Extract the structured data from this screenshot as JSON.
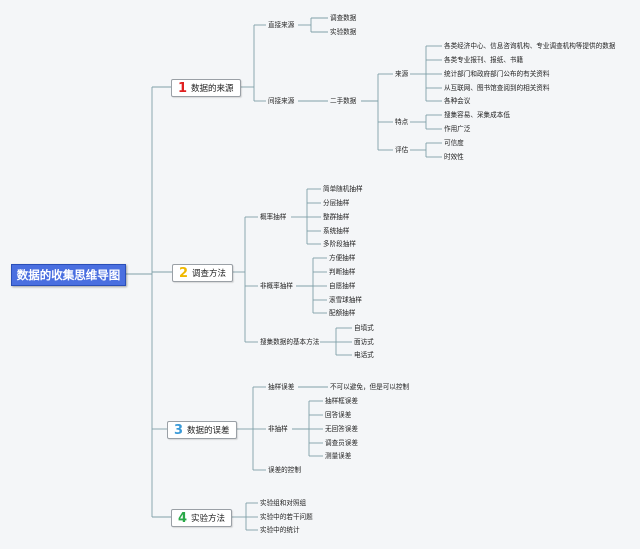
{
  "root": "数据的收集思维导图",
  "colors": {
    "root_bg": "#4a6fe0",
    "num1": "#e02020",
    "num2": "#f0b800",
    "num3": "#3a9ad8",
    "num4": "#2aa848",
    "connector": "#7fa0a8"
  },
  "branches": [
    {
      "num": "1",
      "label": "数据的来源",
      "children": [
        {
          "label": "直接来源",
          "children": [
            {
              "label": "调查数据"
            },
            {
              "label": "实验数据"
            }
          ]
        },
        {
          "label": "间接来源",
          "children": [
            {
              "label": "二手数据",
              "children": [
                {
                  "label": "来源",
                  "children": [
                    {
                      "label": "各类经济中心、信息咨询机构、专业调查机构等提供的数据"
                    },
                    {
                      "label": "各类专业报刊、报纸、书籍"
                    },
                    {
                      "label": "统计部门和政府部门公布的有关资料"
                    },
                    {
                      "label": "从互联网、图书馆查阅到的相关资料"
                    },
                    {
                      "label": "各种会议"
                    }
                  ]
                },
                {
                  "label": "特点",
                  "children": [
                    {
                      "label": "搜集容易、采集成本低"
                    },
                    {
                      "label": "作用广泛"
                    }
                  ]
                },
                {
                  "label": "评估",
                  "children": [
                    {
                      "label": "可信度"
                    },
                    {
                      "label": "时效性"
                    }
                  ]
                }
              ]
            }
          ]
        }
      ]
    },
    {
      "num": "2",
      "label": "调查方法",
      "children": [
        {
          "label": "概率抽样",
          "children": [
            {
              "label": "简单随机抽样"
            },
            {
              "label": "分层抽样"
            },
            {
              "label": "整群抽样"
            },
            {
              "label": "系统抽样"
            },
            {
              "label": "多阶段抽样"
            }
          ]
        },
        {
          "label": "非概率抽样",
          "children": [
            {
              "label": "方便抽样"
            },
            {
              "label": "判断抽样"
            },
            {
              "label": "自愿抽样"
            },
            {
              "label": "滚雪球抽样"
            },
            {
              "label": "配额抽样"
            }
          ]
        },
        {
          "label": "搜集数据的基本方法",
          "children": [
            {
              "label": "自填式"
            },
            {
              "label": "面访式"
            },
            {
              "label": "电话式"
            }
          ]
        }
      ]
    },
    {
      "num": "3",
      "label": "数据的误差",
      "children": [
        {
          "label": "抽样误差",
          "children": [
            {
              "label": "不可以避免，但是可以控制"
            }
          ]
        },
        {
          "label": "非抽样",
          "children": [
            {
              "label": "抽样框误差"
            },
            {
              "label": "回答误差"
            },
            {
              "label": "无回答误差"
            },
            {
              "label": "调查员误差"
            },
            {
              "label": "测量误差"
            }
          ]
        },
        {
          "label": "误差的控制"
        }
      ]
    },
    {
      "num": "4",
      "label": "实验方法",
      "children": [
        {
          "label": "实验组和对照组"
        },
        {
          "label": "实验中的若干问题"
        },
        {
          "label": "实验中的统计"
        }
      ]
    }
  ]
}
